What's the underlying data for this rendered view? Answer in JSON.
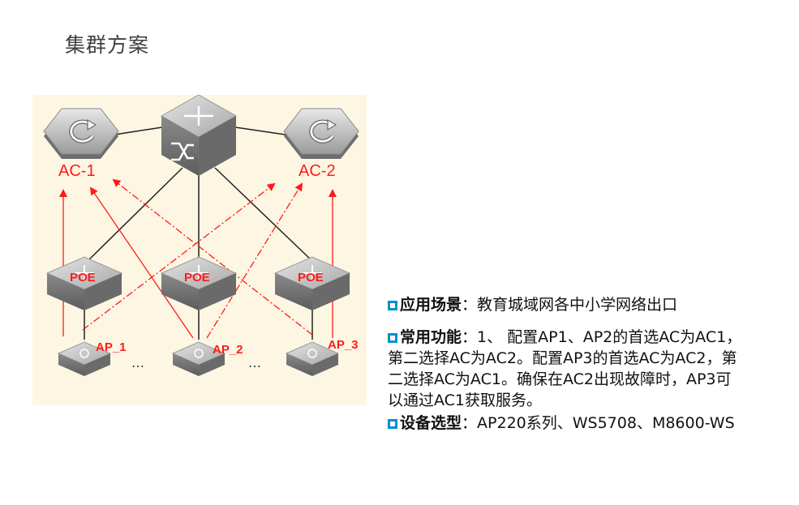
{
  "page": {
    "title": "集群方案"
  },
  "diagram": {
    "ac1_label": "AC-1",
    "ac2_label": "AC-2",
    "poe_label": "POE",
    "ap1_label": "AP_1",
    "ap2_label": "AP_2",
    "ap3_label": "AP_3",
    "ellipsis": "…"
  },
  "sections": [
    {
      "heading": "应用场景",
      "sep": "：",
      "text": "教育城域网各中小学网络出口"
    },
    {
      "heading": "常用功能",
      "sep": "：",
      "text": "1、 配置AP1、AP2的首选AC为AC1，第二选择AC为AC2。配置AP3的首选AC为AC2，第二选择AC为AC1。确保在AC2出现故障时，AP3可以通过AC1获取服务。"
    },
    {
      "heading": "设备选型",
      "sep": "：",
      "text": "AP220系列、WS5708、M8600-WS"
    }
  ],
  "colors": {
    "accent": "#0090d0",
    "label_red": "#ff1a1a",
    "diagram_bg": "#fdf6e3"
  }
}
